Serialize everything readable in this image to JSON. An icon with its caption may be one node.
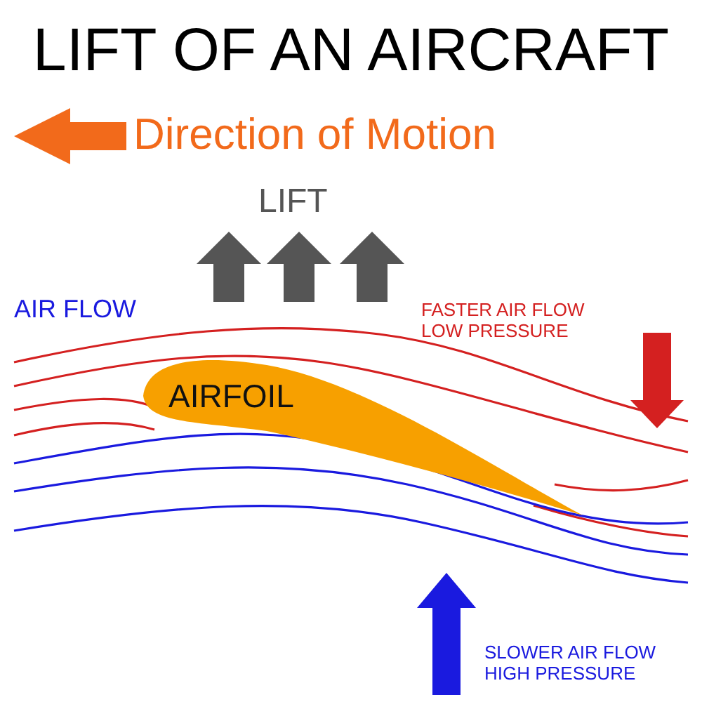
{
  "diagram": {
    "title": "LIFT OF AN AIRCRAFT",
    "nodes": [
      {
        "text": [
          "AIRFOIL"
        ]
      }
    ],
    "labels": [
      "Direction of Motion",
      "LIFT",
      "AIR FLOW",
      "FASTER AIR FLOW LOW PRESSURE",
      "SLOWER AIR FLOW HIGH PRESSURE"
    ]
  }
}
